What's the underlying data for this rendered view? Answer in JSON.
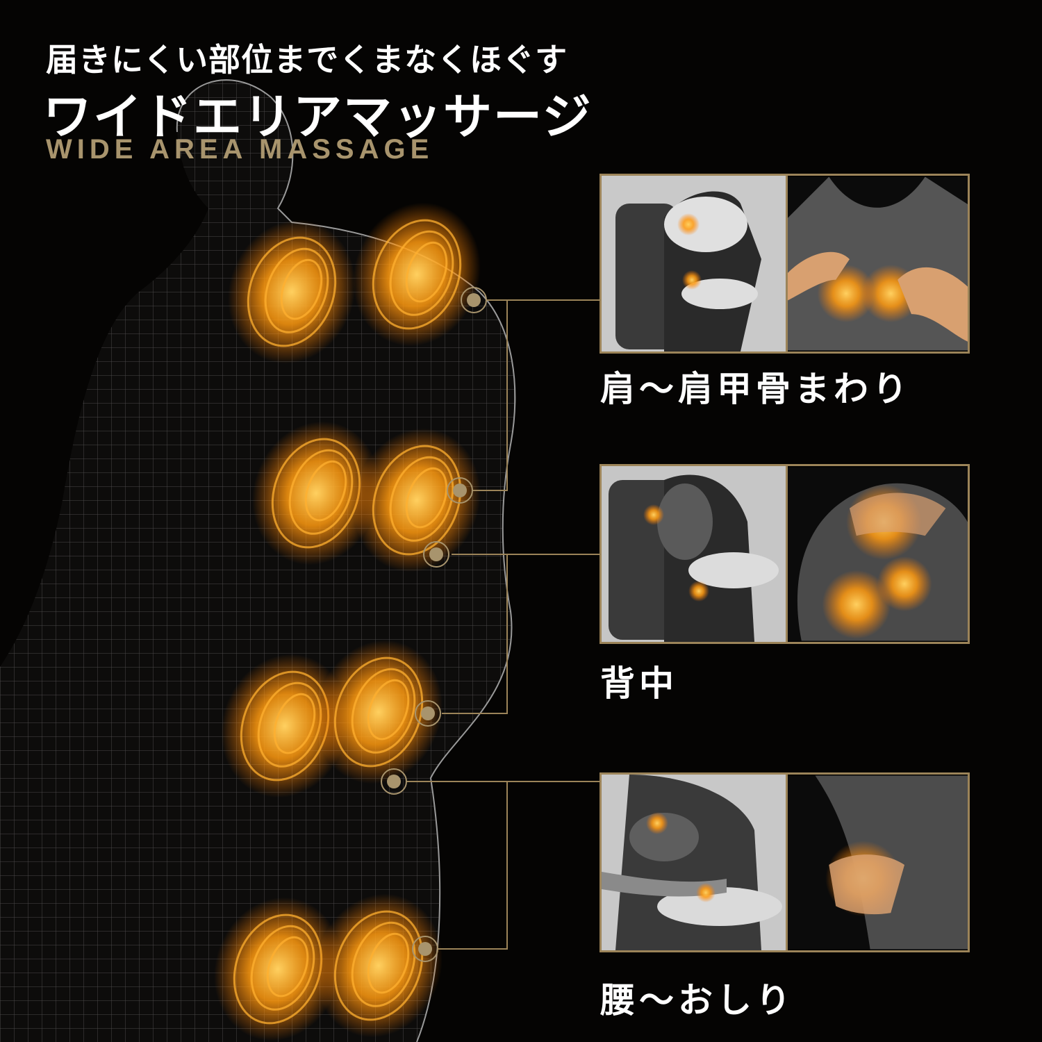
{
  "header": {
    "subtitle": "届きにくい部位までくまなくほぐす",
    "title_jp": "ワイドエリアマッサージ",
    "title_en": "WIDE AREA MASSAGE"
  },
  "areas": [
    {
      "label": "肩〜肩甲骨まわり",
      "photo": "shoulder-massage-photos"
    },
    {
      "label": "背中",
      "photo": "back-massage-photos"
    },
    {
      "label": "腰〜おしり",
      "photo": "lower-back-massage-photos"
    }
  ],
  "colors": {
    "background": "#050403",
    "accent_gold": "#a8946d",
    "glow_orange": "#ffa020",
    "mesh_line": "#8a8a8a"
  }
}
